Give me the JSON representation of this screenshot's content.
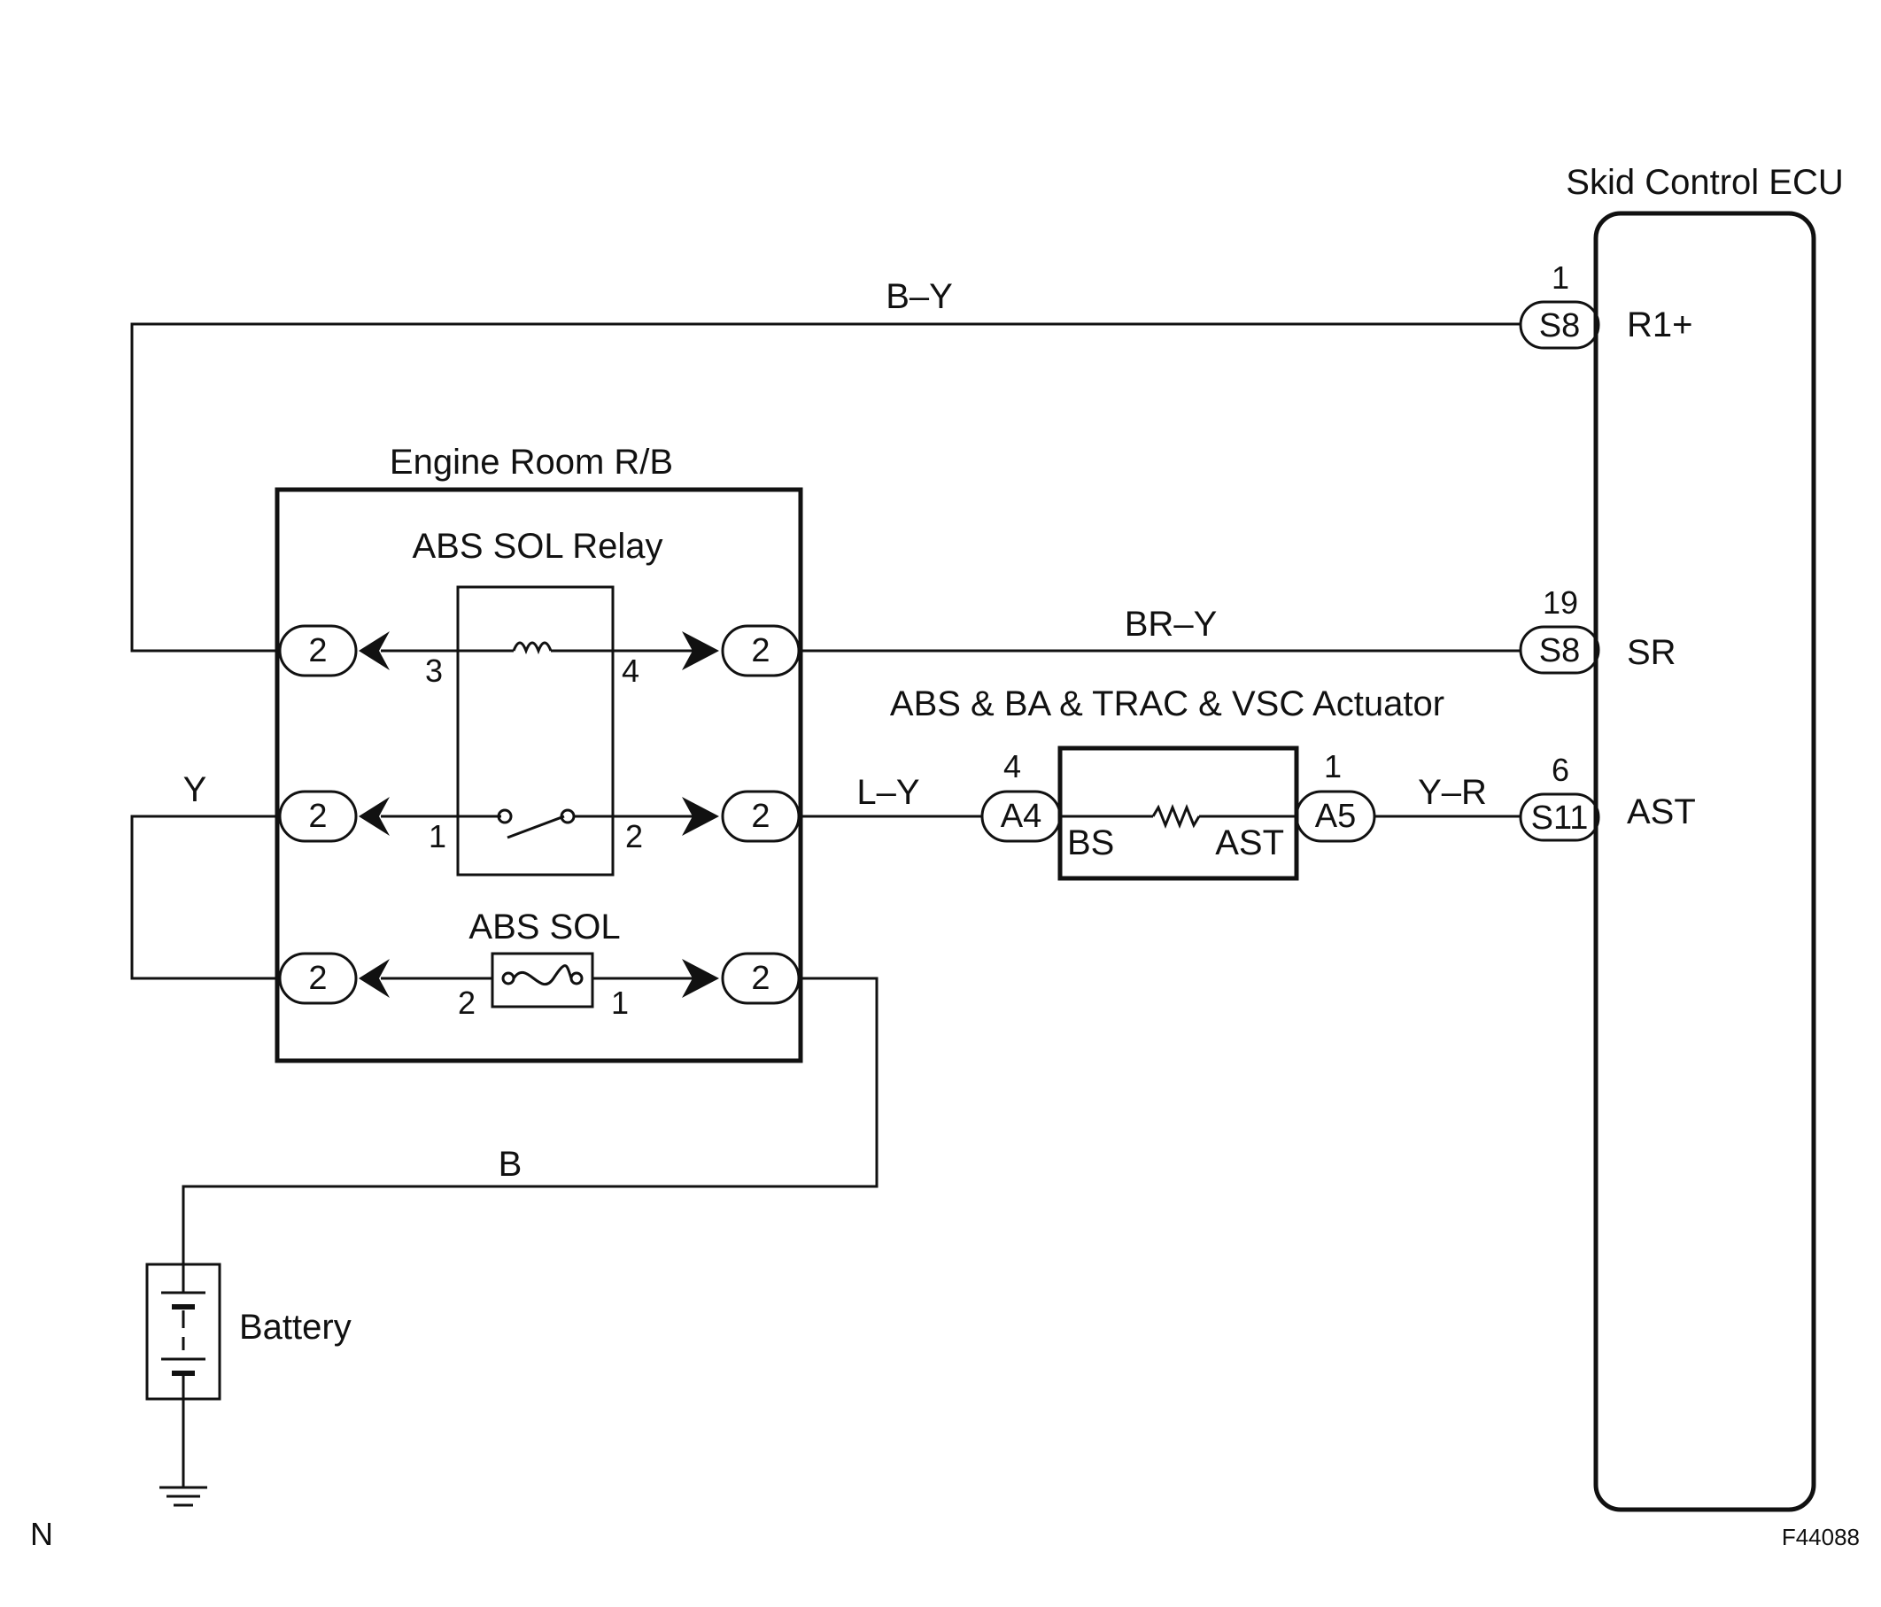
{
  "ecu": {
    "title": "Skid Control ECU",
    "terminals": [
      {
        "pin": "1",
        "connector": "S8",
        "name": "R1+"
      },
      {
        "pin": "19",
        "connector": "S8",
        "name": "SR"
      },
      {
        "pin": "6",
        "connector": "S11",
        "name": "AST"
      }
    ]
  },
  "wires": {
    "by": "B–Y",
    "bry": "BR–Y",
    "ly": "L–Y",
    "yr": "Y–R",
    "y": "Y",
    "b": "B"
  },
  "relay_box": {
    "title": "Engine Room R/B",
    "relay_title": "ABS SOL Relay",
    "fuse_title": "ABS SOL",
    "connector": "2",
    "relay_pins": [
      "3",
      "4",
      "1",
      "2"
    ],
    "fuse_pins": [
      "2",
      "1"
    ]
  },
  "actuator": {
    "title": "ABS & BA & TRAC & VSC Actuator",
    "left": {
      "pin": "4",
      "connector": "A4",
      "terminal": "BS"
    },
    "right": {
      "pin": "1",
      "connector": "A5",
      "terminal": "AST"
    }
  },
  "battery": {
    "label": "Battery"
  },
  "footer": {
    "left": "N",
    "right": "F44088"
  }
}
